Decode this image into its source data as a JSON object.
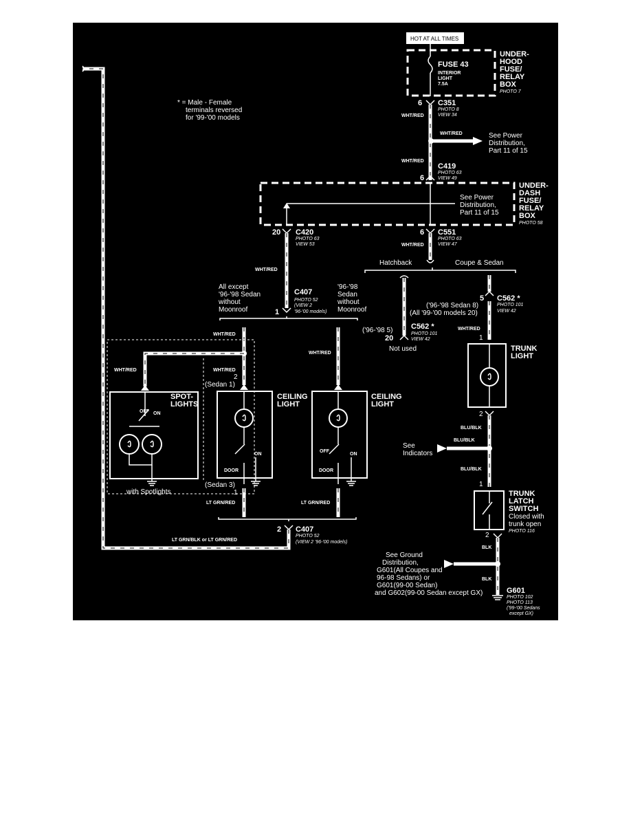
{
  "hot_label": "HOT AT ALL TIMES",
  "fuse": {
    "name": "FUSE 43",
    "sub1": "INTERIOR",
    "sub2": "LIGHT",
    "rating": "7.5A"
  },
  "underhood_box": {
    "l1": "UNDER-",
    "l2": "HOOD",
    "l3": "FUSE/",
    "l4": "RELAY",
    "l5": "BOX",
    "photo": "PHOTO 7"
  },
  "c351": {
    "pin": "6",
    "name": "C351",
    "photo": "PHOTO 8",
    "view": "VIEW 34"
  },
  "wire_wht_red": "WHT/RED",
  "see_power1": {
    "l1": "See Power",
    "l2": "Distribution,",
    "l3": "Part 11 of 15"
  },
  "c419": {
    "pin": "6",
    "name": "C419",
    "photo": "PHOTO 63",
    "view": "VIEW 49"
  },
  "underdash_box": {
    "l1": "UNDER-",
    "l2": "DASH",
    "l3": "FUSE/",
    "l4": "RELAY",
    "l5": "BOX",
    "photo": "PHOTO 58"
  },
  "see_power2": {
    "l1": "See Power",
    "l2": "Distribution,",
    "l3": "Part 11 of 15"
  },
  "c420": {
    "pin": "20",
    "name": "C420",
    "photo": "PHOTO 63",
    "view": "VIEW 53"
  },
  "c551": {
    "pin": "6",
    "name": "C551",
    "photo": "PHOTO 63",
    "view": "VIEW 47"
  },
  "note": {
    "l1": "* = Male - Female",
    "l2": "terminals reversed",
    "l3": "for '99-'00 models"
  },
  "hatchback": "Hatchback",
  "coupe_sedan": "Coupe & Sedan",
  "c407_top": {
    "pin": "1",
    "name": "C407",
    "photo": "PHOTO 52",
    "view": "(VIEW 2",
    "models": "'96-'00 models)"
  },
  "all_except": {
    "l1": "All  except",
    "l2": "'96-'98 Sedan",
    "l3": "without",
    "l4": "Moonroof"
  },
  "sedan_9698": {
    "l1": "'96-'98",
    "l2": "Sedan",
    "l3": "without",
    "l4": "Moonroof"
  },
  "c562_top": {
    "pin": "5",
    "name": "C562 *",
    "photo": "PHOTO 101",
    "view": "VIEW 42",
    "n1": "('96-'98 Sedan 8)",
    "n2": "(All '99-'00 models 20)"
  },
  "c562_bot": {
    "pin": "20",
    "name": "C562 *",
    "photo": "PHOTO 101",
    "view": "VIEW 42",
    "pre": "('96-'98 5)",
    "unused": "Not used"
  },
  "trunk_light": {
    "l1": "TRUNK",
    "l2": "LIGHT",
    "pin_top": "1",
    "pin_bot": "2"
  },
  "spotlights": {
    "l1": "SPOT-",
    "l2": "LIGHTS",
    "off": "OFF",
    "on": "ON",
    "with": "with Spotlights"
  },
  "ceiling1": {
    "l1": "CEILING",
    "l2": "LIGHT",
    "on": "ON",
    "door": "DOOR",
    "pin_top": "2",
    "sedan_top": "(Sedan 1)",
    "pin_bot": "1",
    "sedan_bot": "(Sedan 3)"
  },
  "ceiling2": {
    "l1": "CEILING",
    "l2": "LIGHT",
    "off": "OFF",
    "on": "ON",
    "door": "DOOR"
  },
  "wire_lt_grn_red": "LT GRN/RED",
  "wire_blu_blk": "BLU/BLK",
  "wire_blk": "BLK",
  "wire_lt_grn_blk": "LT GRN/BLK or LT GRN/RED",
  "see_indicators": {
    "l1": "See",
    "l2": "Indicators"
  },
  "trunk_latch": {
    "l1": "TRUNK",
    "l2": "LATCH",
    "l3": "SWITCH",
    "l4": "Closed with",
    "l5": "trunk open",
    "photo": "PHOTO 116",
    "pin_top": "1",
    "pin_bot": "2"
  },
  "c407_bot": {
    "pin": "2",
    "name": "C407",
    "photo": "PHOTO 52",
    "view": "(VIEW 2  '96-'00 models)"
  },
  "ground_dist": {
    "l1": "See Ground",
    "l2": "Distribution,",
    "l3": "G601(All Coupes and",
    "l4": "96-98 Sedans)  or",
    "l5": "G601(99-00 Sedan)",
    "l6": "and G602(99-00 Sedan except GX)"
  },
  "g601": {
    "name": "G601",
    "p1": "PHOTO 102",
    "p2": "PHOTO 113",
    "n1": "('99-'00 Sedans",
    "n2": "except GX)"
  }
}
